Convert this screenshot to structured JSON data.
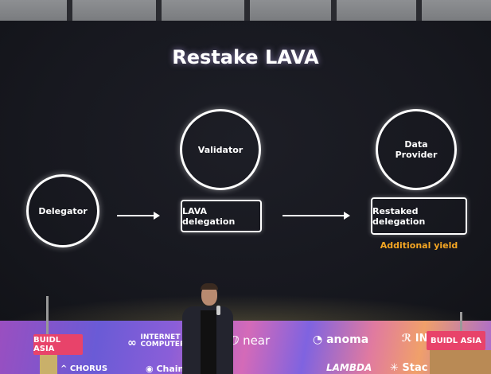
{
  "slide": {
    "title": "Restake LAVA",
    "nodes": {
      "delegator": "Delegator",
      "validator": "Validator",
      "data_provider": "Data Provider"
    },
    "boxes": {
      "lava_delegation": "LAVA delegation",
      "restaked_delegation": "Restaked delegation"
    },
    "note": "Additional yield",
    "note_color": "#f5a623"
  },
  "banner": {
    "sign_left": "BUIDL ASIA",
    "sign_right": "BUIDL ASIA",
    "logos": [
      "INTERNET COMPUTER",
      "near",
      "anoma",
      "CHORUS",
      "Chain",
      "LAMBDA",
      "Stac",
      "IN"
    ]
  }
}
